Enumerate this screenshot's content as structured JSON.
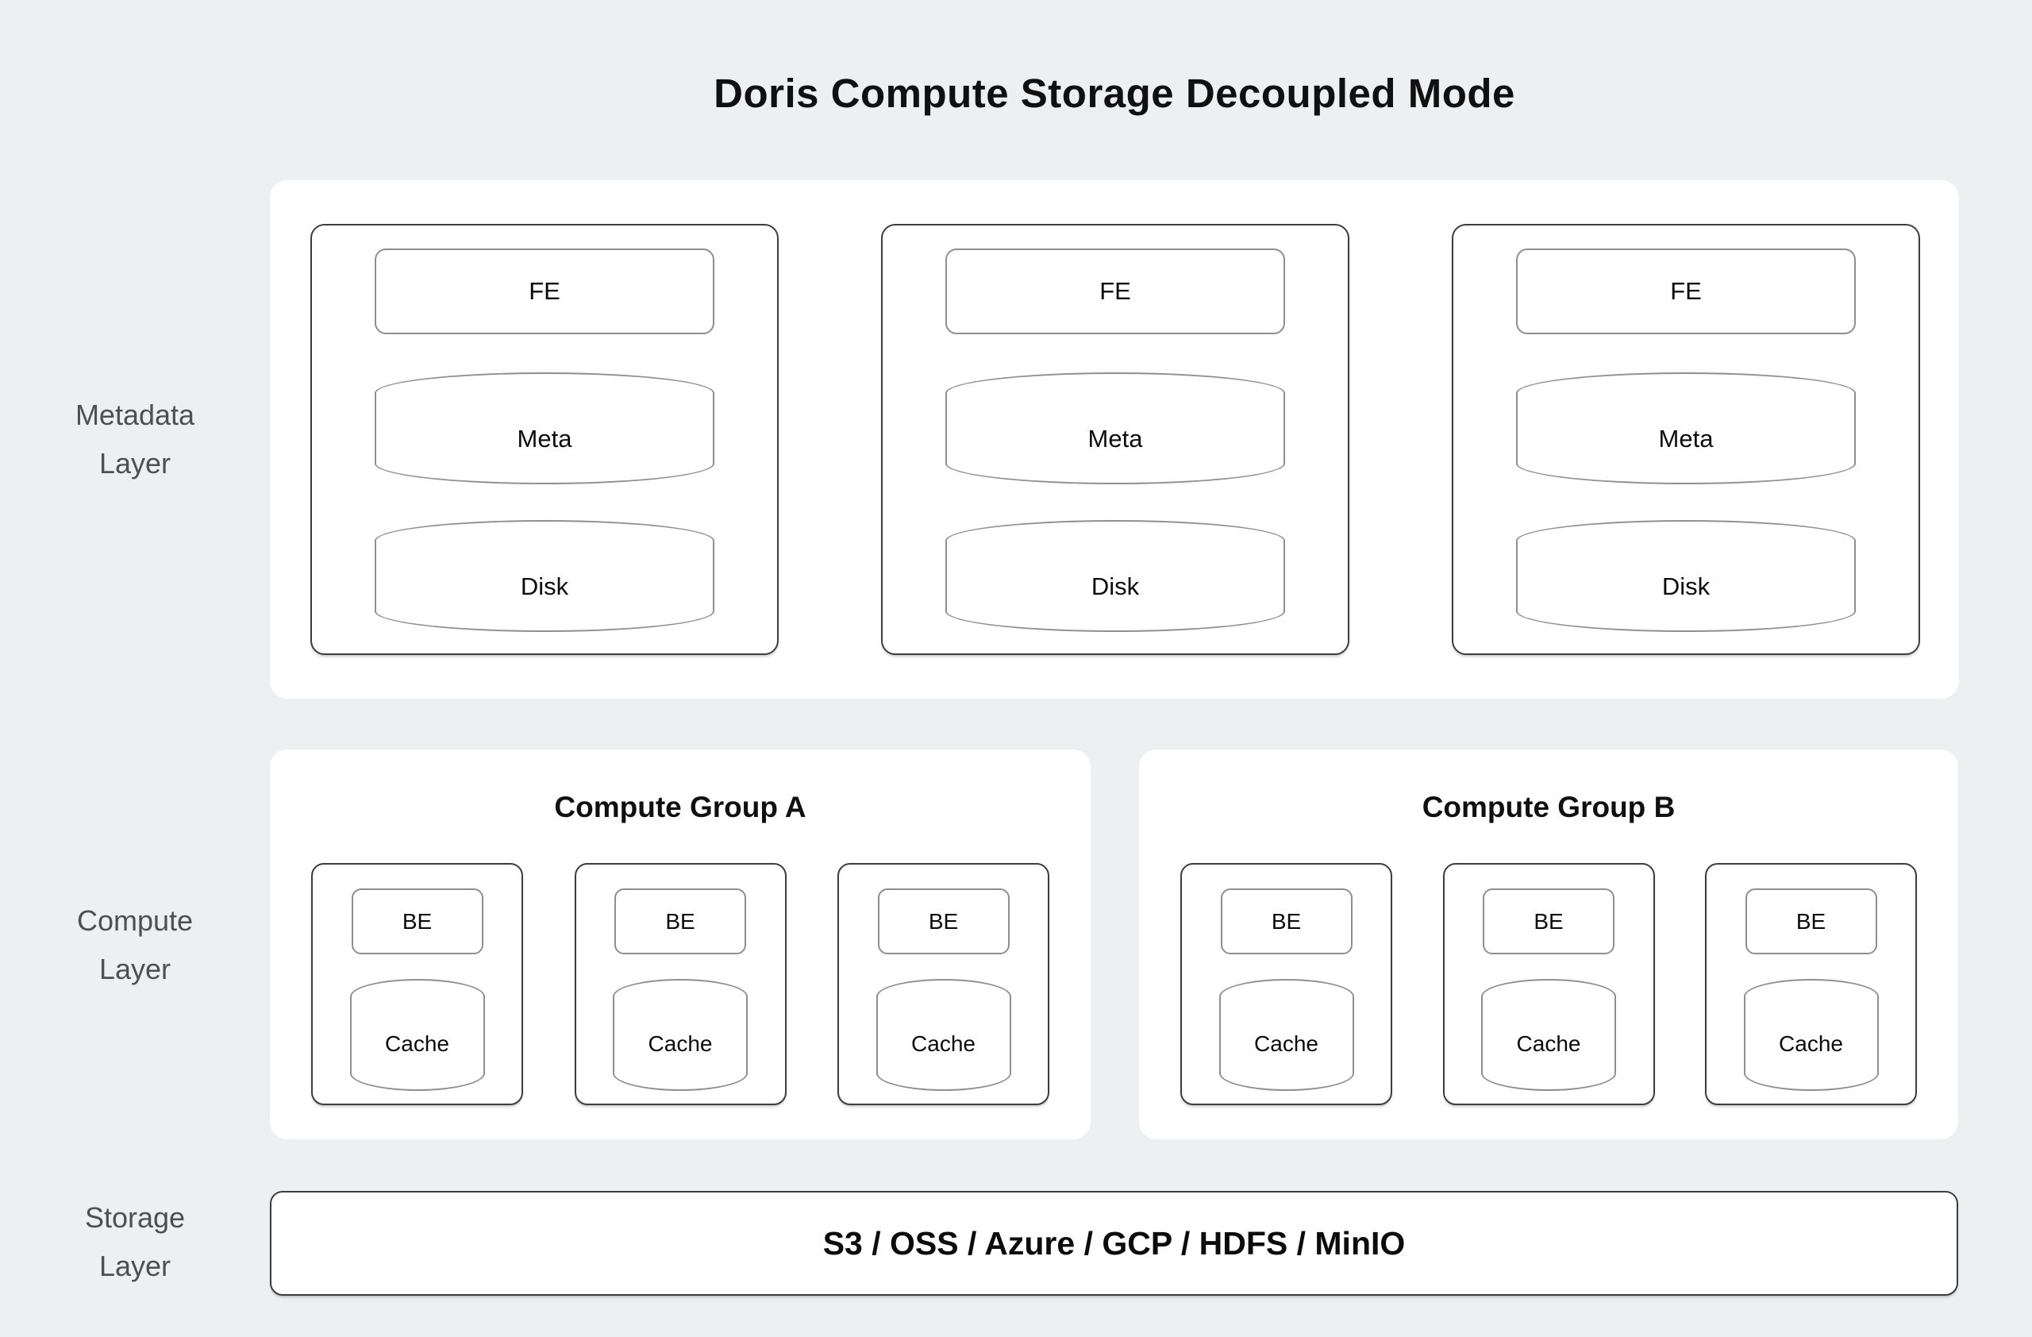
{
  "title": "Doris Compute Storage Decoupled Mode",
  "colors": {
    "background": "#eeeff1",
    "panel": "#ffffff",
    "node_border_dark": "#3d3d3d",
    "inner_border_gray": "#8f8f8f",
    "layer_label_gray": "#4f4f4f",
    "text": "#101010"
  },
  "layers": {
    "metadata": {
      "label_lines": [
        "Metadata",
        "Layer"
      ],
      "nodes": [
        {
          "box": "FE",
          "cylinders": [
            "Meta",
            "Disk"
          ]
        },
        {
          "box": "FE",
          "cylinders": [
            "Meta",
            "Disk"
          ]
        },
        {
          "box": "FE",
          "cylinders": [
            "Meta",
            "Disk"
          ]
        }
      ]
    },
    "compute": {
      "label_lines": [
        "Compute",
        "Layer"
      ],
      "groups": [
        {
          "title": "Compute Group A",
          "nodes": [
            {
              "box": "BE",
              "cylinders": [
                "Cache"
              ]
            },
            {
              "box": "BE",
              "cylinders": [
                "Cache"
              ]
            },
            {
              "box": "BE",
              "cylinders": [
                "Cache"
              ]
            }
          ]
        },
        {
          "title": "Compute Group B",
          "nodes": [
            {
              "box": "BE",
              "cylinders": [
                "Cache"
              ]
            },
            {
              "box": "BE",
              "cylinders": [
                "Cache"
              ]
            },
            {
              "box": "BE",
              "cylinders": [
                "Cache"
              ]
            }
          ]
        }
      ]
    },
    "storage": {
      "label_lines": [
        "Storage",
        "Layer"
      ],
      "text": "S3 / OSS / Azure / GCP / HDFS / MinIO"
    }
  }
}
